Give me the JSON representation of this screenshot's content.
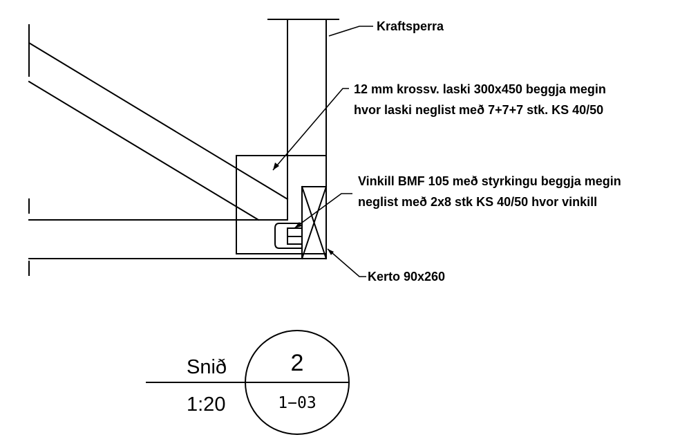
{
  "annotations": {
    "kraftsperra": "Kraftsperra",
    "laski_line1": "12 mm krossv. laski 300x450 beggja megin",
    "laski_line2": "hvor laski neglist með 7+7+7 stk. KS 40/50",
    "vinkill_line1": "Vinkill BMF 105 með styrkingu beggja megin",
    "vinkill_line2": "neglist með 2x8 stk KS 40/50 hvor vinkill",
    "kerto": "Kerto 90x260"
  },
  "section_marker": {
    "label": "Snið",
    "scale": "1:20",
    "number": "2",
    "sheet": "1−03"
  },
  "colors": {
    "ink": "#000000",
    "paper": "#ffffff"
  }
}
